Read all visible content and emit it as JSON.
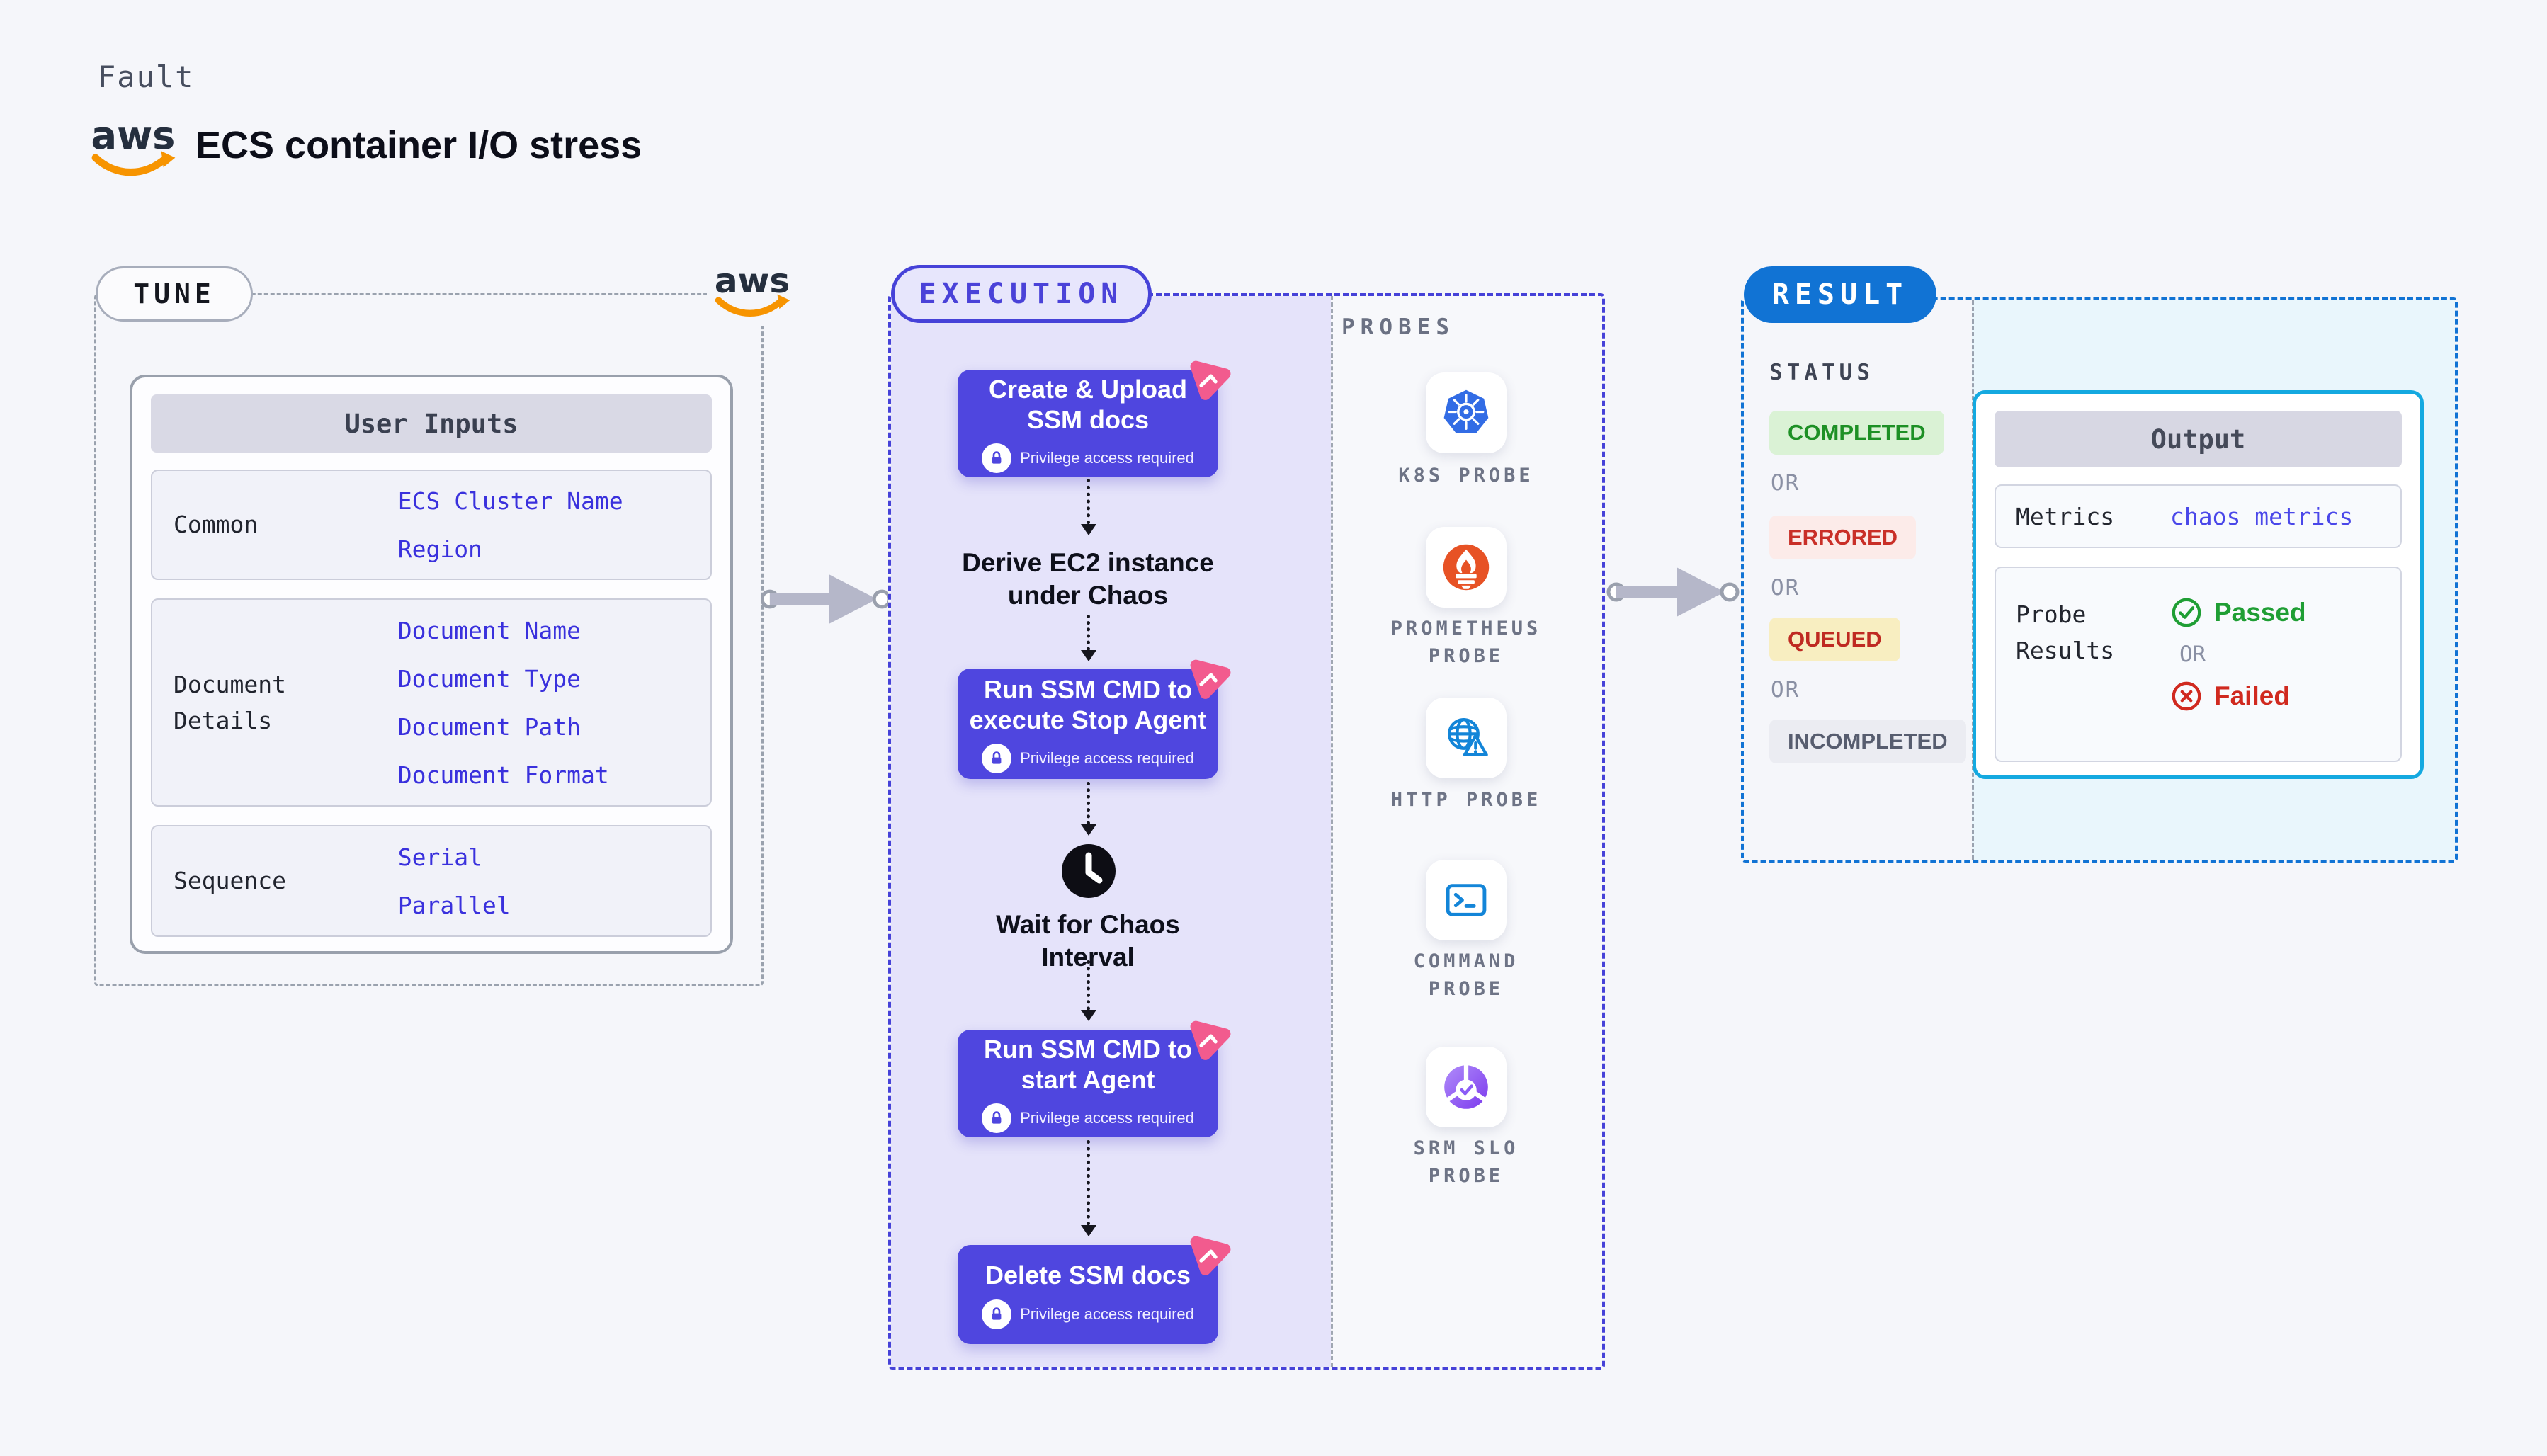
{
  "header": {
    "kicker": "Fault",
    "title": "ECS container I/O stress",
    "aws_logo_text": "aws"
  },
  "tune": {
    "badge": "TUNE",
    "table": {
      "header": "User Inputs",
      "rows": [
        {
          "label": "Common",
          "links": [
            "ECS Cluster Name",
            "Region"
          ]
        },
        {
          "label": "Document\nDetails",
          "links": [
            "Document Name",
            "Document Type",
            "Document Path",
            "Document Format"
          ]
        },
        {
          "label": "Sequence",
          "links": [
            "Serial",
            "Parallel"
          ]
        }
      ]
    }
  },
  "execution": {
    "badge": "EXECUTION",
    "steps": [
      {
        "type": "action",
        "title": "Create & Upload\nSSM docs",
        "note": "Privilege access required",
        "icon": "lock-icon",
        "corner_icon": "chaos-badge-icon"
      },
      {
        "type": "text",
        "title": "Derive EC2 instance\nunder Chaos"
      },
      {
        "type": "action",
        "title": "Run SSM CMD to\nexecute Stop Agent",
        "note": "Privilege access required",
        "icon": "lock-icon",
        "corner_icon": "chaos-badge-icon"
      },
      {
        "type": "wait",
        "title": "Wait for Chaos\nInterval",
        "icon": "clock-icon"
      },
      {
        "type": "action",
        "title": "Run SSM CMD to\nstart Agent",
        "note": "Privilege access required",
        "icon": "lock-icon",
        "corner_icon": "chaos-badge-icon"
      },
      {
        "type": "action",
        "title": "Delete SSM docs",
        "note": "Privilege access required",
        "icon": "lock-icon",
        "corner_icon": "chaos-badge-icon"
      }
    ],
    "probes": {
      "label": "PROBES",
      "items": [
        {
          "label": "K8S PROBE",
          "icon": "kubernetes-icon"
        },
        {
          "label": "PROMETHEUS\nPROBE",
          "icon": "prometheus-icon"
        },
        {
          "label": "HTTP PROBE",
          "icon": "globe-warning-icon"
        },
        {
          "label": "COMMAND\nPROBE",
          "icon": "terminal-icon"
        },
        {
          "label": "SRM SLO\nPROBE",
          "icon": "slo-chart-icon"
        }
      ]
    }
  },
  "result": {
    "badge": "RESULT",
    "status": {
      "label": "STATUS",
      "or": "OR",
      "items": [
        {
          "text": "COMPLETED",
          "kind": "success"
        },
        {
          "text": "ERRORED",
          "kind": "error"
        },
        {
          "text": "QUEUED",
          "kind": "warning"
        },
        {
          "text": "INCOMPLETED",
          "kind": "neutral"
        }
      ]
    },
    "output": {
      "header": "Output",
      "metrics": {
        "label": "Metrics",
        "value": "chaos metrics"
      },
      "probe_results": {
        "label": "Probe\nResults",
        "passed": "Passed",
        "or": "OR",
        "failed": "Failed"
      }
    }
  },
  "colors": {
    "accent_indigo": "#4f46df",
    "execution_fill": "#e5e3fa",
    "execution_border": "#4642d8",
    "pink_badge": "#f25b8e",
    "result_blue": "#1173d4",
    "output_cyan": "#14a9e0",
    "link_blue": "#3a31dd",
    "green": "#1f9e34",
    "red": "#d0291f",
    "queued_yellow_bg": "#f8eec1",
    "aws_orange": "#f79400",
    "arrow_gray": "#b5b7c9"
  }
}
